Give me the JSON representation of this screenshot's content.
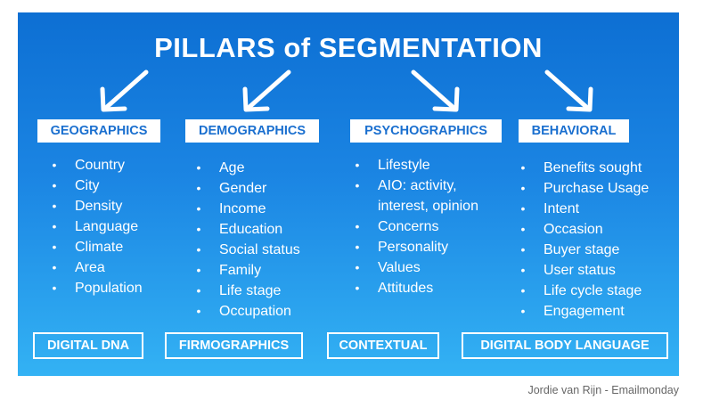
{
  "title": "PILLARS of SEGMENTATION",
  "columns": [
    {
      "heading": "GEOGRAPHICS",
      "items": [
        "Country",
        "City",
        "Density",
        "Language",
        "Climate",
        "Area",
        "Population"
      ]
    },
    {
      "heading": "DEMOGRAPHICS",
      "items": [
        "Age",
        "Gender",
        "Income",
        "Education",
        "Social status",
        "Family",
        "Life stage",
        "Occupation"
      ]
    },
    {
      "heading": "PSYCHOGRAPHICS",
      "items": [
        "Lifestyle",
        "AIO: activity, interest, opinion",
        "Concerns",
        "Personality",
        "Values",
        "Attitudes"
      ]
    },
    {
      "heading": "BEHAVIORAL",
      "items": [
        "Benefits sought",
        "Purchase Usage",
        "Intent",
        "Occasion",
        "Buyer stage",
        "User status",
        "Life cycle stage",
        "Engagement"
      ]
    }
  ],
  "footer": [
    "DIGITAL DNA",
    "FIRMOGRAPHICS",
    "CONTEXTUAL",
    "DIGITAL BODY LANGUAGE"
  ],
  "credit": "Jordie van Rijn - Emailmonday",
  "bullet": "•",
  "colors": {
    "panel_top": "#0d6fd3",
    "panel_bottom": "#33b2f4",
    "heading_text": "#1a6fcf",
    "text": "#ffffff"
  }
}
